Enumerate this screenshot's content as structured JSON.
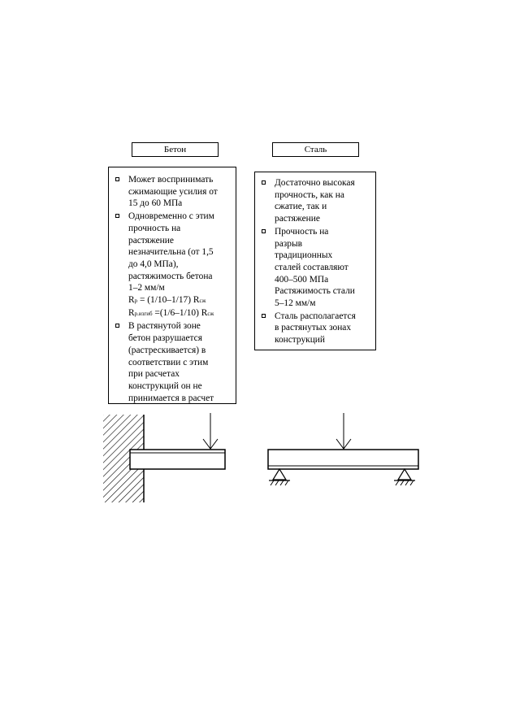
{
  "concrete": {
    "header": "Бетон",
    "items": [
      {
        "lines": [
          "Может воспринимать",
          "сжимающие усилия от",
          "15 до 60 МПа"
        ]
      },
      {
        "lines": [
          "Одновременно с этим",
          "прочность на",
          "растяжение",
          "незначительна (от 1,5",
          "до 4,0 МПа),",
          "растяжимость бетона",
          "1–2 мм/м"
        ]
      },
      {
        "lines": [
          "В растянутой зоне",
          "бетон разрушается",
          "(растрескивается) в",
          "соответствии с этим",
          "при расчетах",
          "конструкций он не",
          "принимается в расчет"
        ]
      }
    ],
    "formula1": {
      "r": "R",
      "r_sub": "р",
      "mid": " = (1/10–1/17) R",
      "end_sub": "сж"
    },
    "formula2": {
      "r": "R",
      "r_sub": "р.изгиб",
      "mid": " =(1/6–1/10) R",
      "end_sub": "сж"
    }
  },
  "steel": {
    "header": "Сталь",
    "items": [
      {
        "lines": [
          "Достаточно высокая",
          "прочность, как на",
          "сжатие, так и",
          "растяжение"
        ]
      },
      {
        "lines": [
          "Прочность на",
          "разрыв",
          "традиционных",
          "сталей составляют",
          "400–500 МПа",
          "Растяжимость стали",
          "5–12 мм/м"
        ]
      },
      {
        "lines": [
          "Сталь располагается",
          "в растянутых зонах",
          "конструкций"
        ]
      }
    ]
  }
}
